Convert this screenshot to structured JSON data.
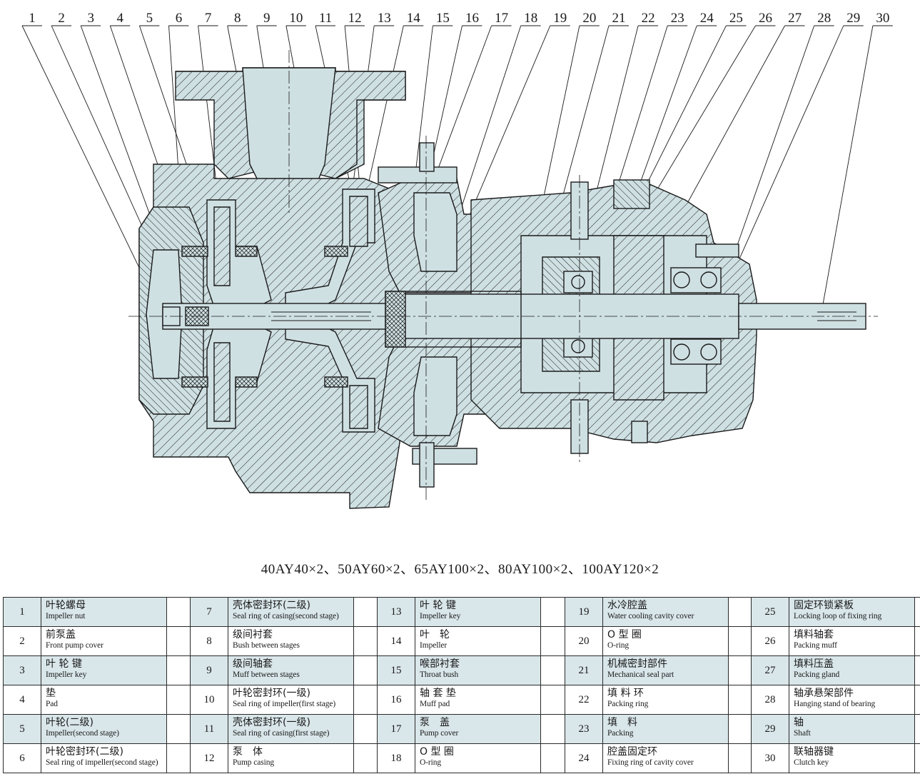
{
  "callouts": [
    "1",
    "2",
    "3",
    "4",
    "5",
    "6",
    "7",
    "8",
    "9",
    "10",
    "11",
    "12",
    "13",
    "14",
    "15",
    "16",
    "17",
    "18",
    "19",
    "20",
    "21",
    "22",
    "23",
    "24",
    "25",
    "26",
    "27",
    "28",
    "29",
    "30"
  ],
  "caption": "40AY40×2、50AY60×2、65AY100×2、80AY100×2、100AY120×2",
  "colors": {
    "fill": "#cfe0e3",
    "line": "#1a1a1a",
    "row_shade": "#d9e6ea"
  },
  "parts": [
    {
      "no": "1",
      "cn": "叶轮螺母",
      "en": "Impeller nut"
    },
    {
      "no": "2",
      "cn": "前泵盖",
      "en": "Front pump cover"
    },
    {
      "no": "3",
      "cn": "叶 轮 键",
      "en": "Impeller key"
    },
    {
      "no": "4",
      "cn": "垫",
      "en": "Pad"
    },
    {
      "no": "5",
      "cn": "叶轮(二级)",
      "en": "Impeller(second stage)"
    },
    {
      "no": "6",
      "cn": "叶轮密封环(二级)",
      "en": "Seal ring of impeller(second stage)"
    },
    {
      "no": "7",
      "cn": "壳体密封环(二级)",
      "en": "Seal ring of casing(second stage)"
    },
    {
      "no": "8",
      "cn": "级间衬套",
      "en": "Bush between stages"
    },
    {
      "no": "9",
      "cn": "级间轴套",
      "en": "Muff between stages"
    },
    {
      "no": "10",
      "cn": "叶轮密封环(一级)",
      "en": "Seal ring of impeller(first stage)"
    },
    {
      "no": "11",
      "cn": "壳体密封环(一级)",
      "en": "Seal ring of casing(first stage)"
    },
    {
      "no": "12",
      "cn": "泵　体",
      "en": "Pump casing"
    },
    {
      "no": "13",
      "cn": "叶 轮 键",
      "en": "Impeller key"
    },
    {
      "no": "14",
      "cn": "叶　轮",
      "en": "Impeller"
    },
    {
      "no": "15",
      "cn": "喉部衬套",
      "en": "Throat bush"
    },
    {
      "no": "16",
      "cn": "轴 套 垫",
      "en": "Muff pad"
    },
    {
      "no": "17",
      "cn": "泵　盖",
      "en": "Pump cover"
    },
    {
      "no": "18",
      "cn": "O 型 圈",
      "en": "O-ring"
    },
    {
      "no": "19",
      "cn": "水冷腔盖",
      "en": "Water cooling cavity cover"
    },
    {
      "no": "20",
      "cn": "O 型 圈",
      "en": "O-ring"
    },
    {
      "no": "21",
      "cn": "机械密封部件",
      "en": "Mechanical seal part"
    },
    {
      "no": "22",
      "cn": "填 料 环",
      "en": "Packing ring"
    },
    {
      "no": "23",
      "cn": "填　料",
      "en": "Packing"
    },
    {
      "no": "24",
      "cn": "腔盖固定环",
      "en": "Fixing ring of cavity cover"
    },
    {
      "no": "25",
      "cn": "固定环锁紧板",
      "en": "Locking loop of fixing ring"
    },
    {
      "no": "26",
      "cn": "填料轴套",
      "en": "Packing muff"
    },
    {
      "no": "27",
      "cn": "填料压盖",
      "en": "Packing gland"
    },
    {
      "no": "28",
      "cn": "轴承悬架部件",
      "en": "Hanging stand of bearing"
    },
    {
      "no": "29",
      "cn": "轴",
      "en": "Shaft"
    },
    {
      "no": "30",
      "cn": "联轴器键",
      "en": "Clutch key"
    }
  ]
}
